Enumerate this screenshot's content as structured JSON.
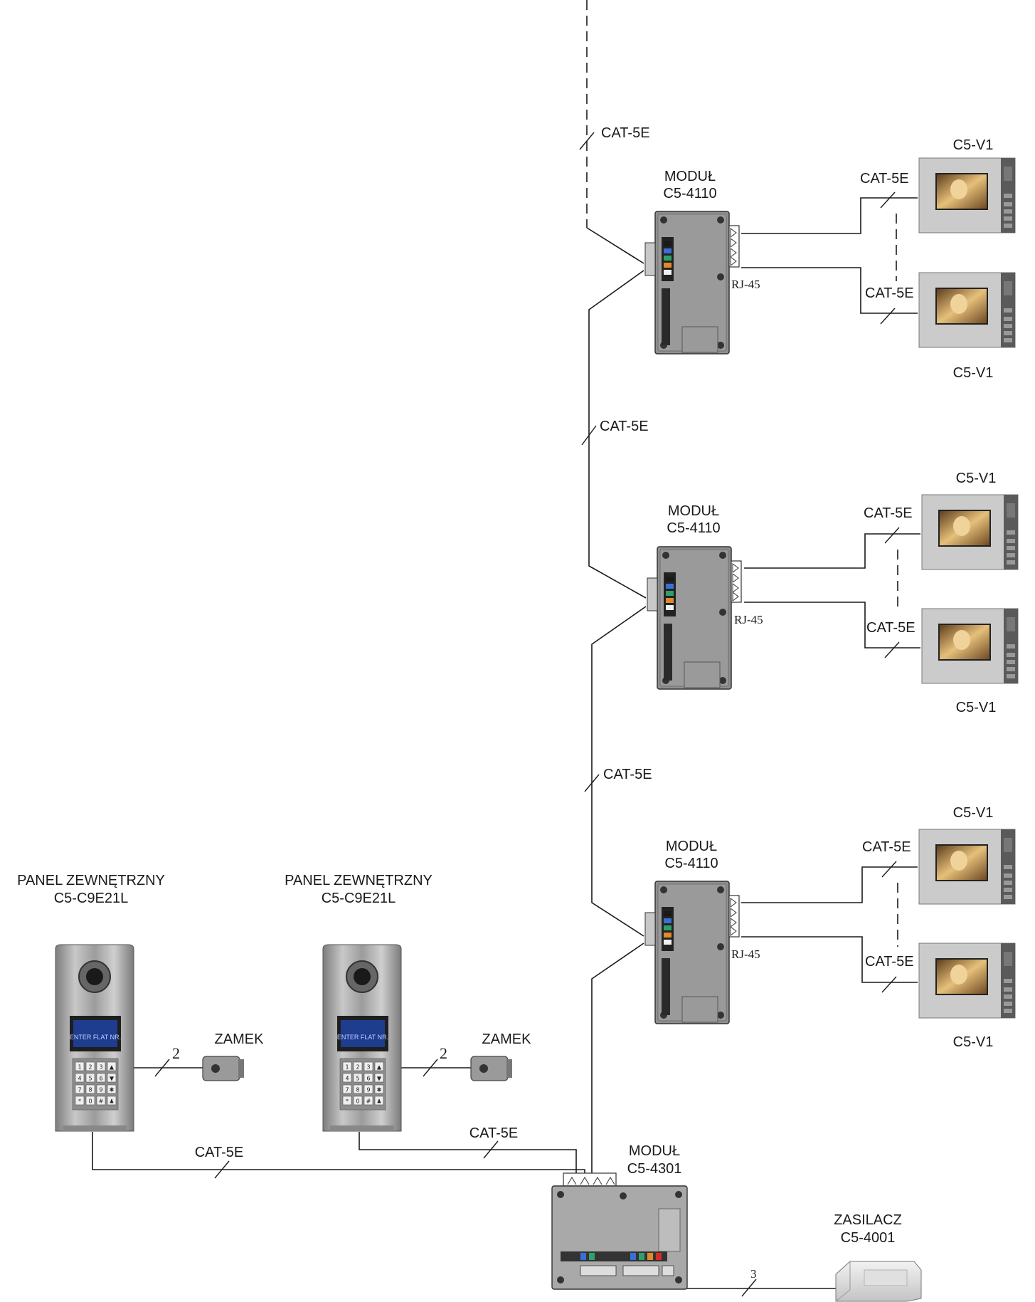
{
  "colors": {
    "line": "#1a1a1a",
    "module_body": "#8d8d8d",
    "module_dark": "#2a2a2a",
    "monitor_frame": "#c9c9c9",
    "monitor_side": "#555555",
    "screen": "#e0b060",
    "panel_metal": "#a5a5a5",
    "lcd": "#1e3d8f"
  },
  "cable_labels": {
    "riser_top": "CAT-5E",
    "riser_mid_upper": "CAT-5E",
    "riser_mid_lower": "CAT-5E",
    "panel_left": "CAT-5E",
    "panel_right": "CAT-5E",
    "power": "3",
    "lock_left": "2",
    "lock_right": "2"
  },
  "modules_4110": [
    {
      "name": "MODUŁ",
      "model": "C5-4110",
      "connector": "RJ-45",
      "monitor_top": {
        "model": "C5-V1",
        "cable": "CAT-5E"
      },
      "monitor_bottom": {
        "model": "C5-V1",
        "cable": "CAT-5E"
      }
    },
    {
      "name": "MODUŁ",
      "model": "C5-4110",
      "connector": "RJ-45",
      "monitor_top": {
        "model": "C5-V1",
        "cable": "CAT-5E"
      },
      "monitor_bottom": {
        "model": "C5-V1",
        "cable": "CAT-5E"
      }
    },
    {
      "name": "MODUŁ",
      "model": "C5-4110",
      "connector": "RJ-45",
      "monitor_top": {
        "model": "C5-V1",
        "cable": "CAT-5E"
      },
      "monitor_bottom": {
        "model": "C5-V1",
        "cable": "CAT-5E"
      }
    }
  ],
  "module_4301": {
    "name": "MODUŁ",
    "model": "C5-4301"
  },
  "power_supply": {
    "name": "ZASILACZ",
    "model": "C5-4001"
  },
  "panels": [
    {
      "name": "PANEL ZEWNĘTRZNY",
      "model": "C5-C9E21L",
      "lcd_text": "ENTER FLAT NR.",
      "lock_label": "ZAMEK",
      "keys": [
        "1",
        "2",
        "3",
        "▲",
        "4",
        "5",
        "6",
        "▼",
        "7",
        "8",
        "9",
        "✱",
        "*",
        "0",
        "#",
        "♟"
      ]
    },
    {
      "name": "PANEL ZEWNĘTRZNY",
      "model": "C5-C9E21L",
      "lcd_text": "ENTER FLAT NR.",
      "lock_label": "ZAMEK",
      "keys": [
        "1",
        "2",
        "3",
        "▲",
        "4",
        "5",
        "6",
        "▼",
        "7",
        "8",
        "9",
        "✱",
        "*",
        "0",
        "#",
        "♟"
      ]
    }
  ]
}
